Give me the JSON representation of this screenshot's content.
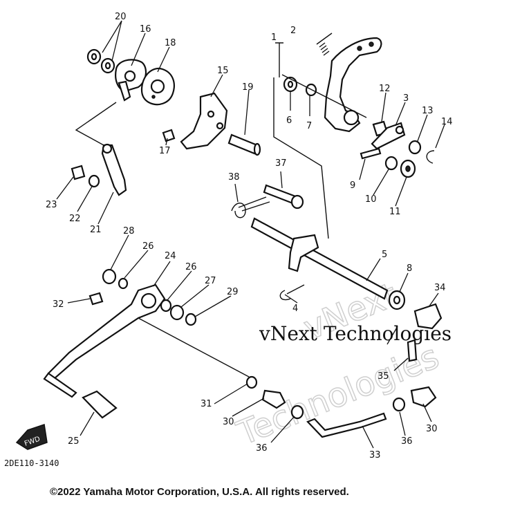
{
  "callouts": [
    {
      "label": "1"
    },
    {
      "label": "2"
    },
    {
      "label": "3"
    },
    {
      "label": "4"
    },
    {
      "label": "5"
    },
    {
      "label": "6"
    },
    {
      "label": "7"
    },
    {
      "label": "8"
    },
    {
      "label": "9"
    },
    {
      "label": "10"
    },
    {
      "label": "11"
    },
    {
      "label": "12"
    },
    {
      "label": "13"
    },
    {
      "label": "14"
    },
    {
      "label": "15"
    },
    {
      "label": "16"
    },
    {
      "label": "17"
    },
    {
      "label": "18"
    },
    {
      "label": "19"
    },
    {
      "label": "20"
    },
    {
      "label": "21"
    },
    {
      "label": "22"
    },
    {
      "label": "23"
    },
    {
      "label": "24"
    },
    {
      "label": "25"
    },
    {
      "label": "26"
    },
    {
      "label": "26"
    },
    {
      "label": "27"
    },
    {
      "label": "28"
    },
    {
      "label": "29"
    },
    {
      "label": "30"
    },
    {
      "label": "30"
    },
    {
      "label": "31"
    },
    {
      "label": "32"
    },
    {
      "label": "33"
    },
    {
      "label": "34"
    },
    {
      "label": "35"
    },
    {
      "label": "36"
    },
    {
      "label": "36"
    },
    {
      "label": "37"
    },
    {
      "label": "38"
    }
  ],
  "diagram_code": "2DE110-3140",
  "watermark": {
    "line1": "vNext Technologies",
    "line2": "vNext",
    "line3": "Technologies"
  },
  "copyright": "©2022 Yamaha Motor Corporation, U.S.A. All rights reserved.",
  "fwd_label": "FWD"
}
